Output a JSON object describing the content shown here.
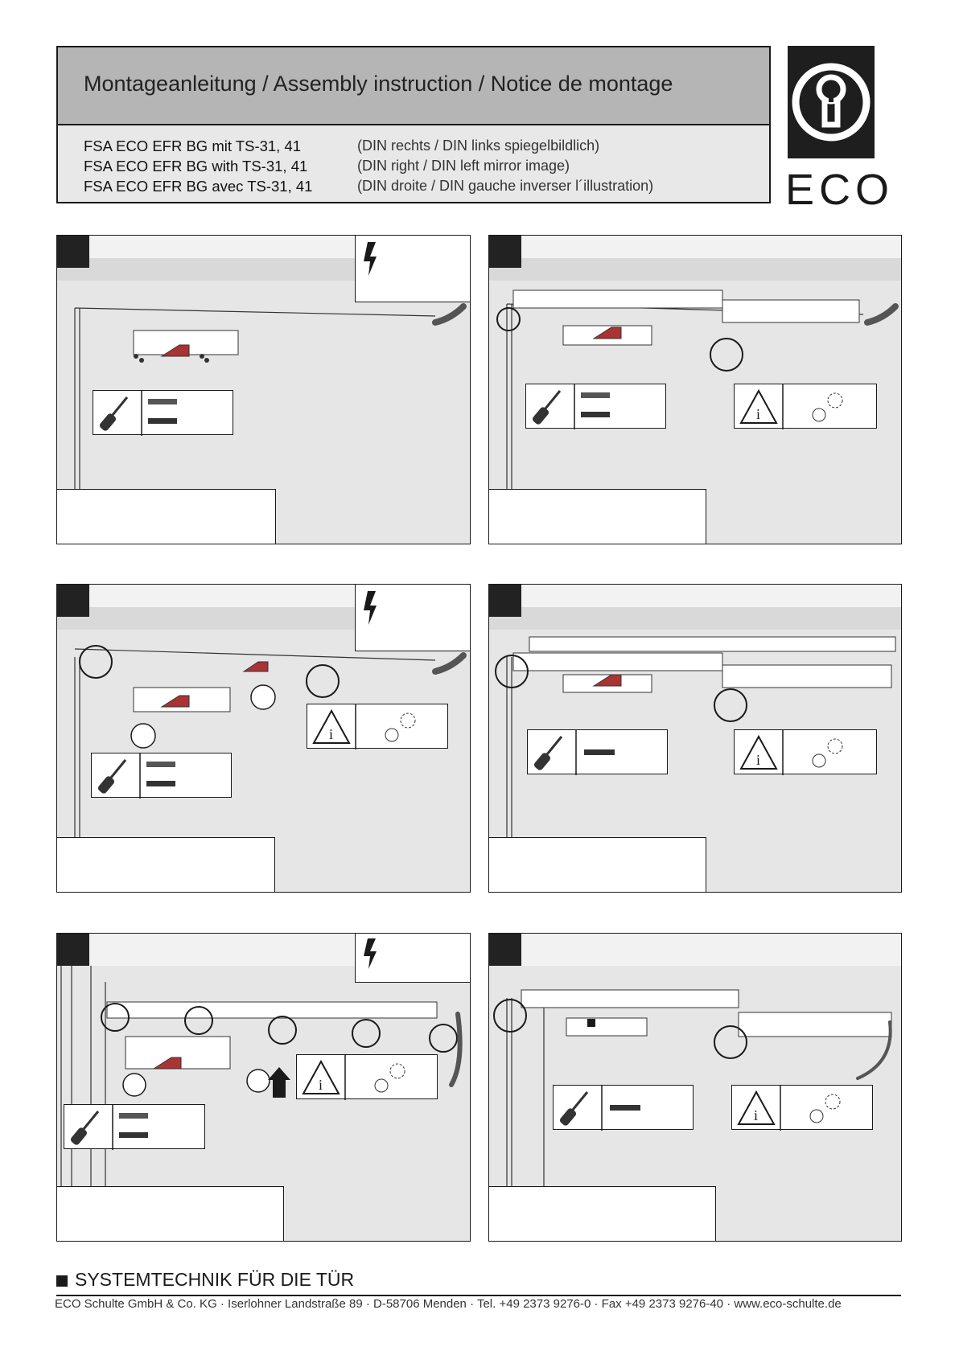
{
  "header": {
    "title": "Montageanleitung / Assembly instruction / Notice de montage",
    "products": [
      "FSA ECO EFR BG mit TS-31, 41",
      "FSA ECO EFR BG with TS-31, 41",
      "FSA ECO EFR BG avec TS-31, 41"
    ],
    "din_notes": [
      "(DIN rechts / DIN links spiegelbildlich)",
      "(DIN right / DIN left mirror image)",
      "(DIN droite / DIN gauche inverser l´illustration)"
    ]
  },
  "logo": {
    "text": "ECO",
    "icon": "keyhole-icon"
  },
  "icons": {
    "warning": "lightning-warning-icon",
    "tool": "screwdriver-icon",
    "info": "info-triangle-icon",
    "screw": "screw-icon"
  },
  "footer": {
    "title": "SYSTEMTECHNIK FÜR DIE TÜR",
    "address": "ECO Schulte GmbH & Co. KG · Iserlohner Landstraße 89 · D-58706 Menden · Tel. +49 2373 9276-0 · Fax +49 2373 9276-40 · www.eco-schulte.de"
  },
  "colors": {
    "panel_bg": "#e6e6e6",
    "dark": "#1a1a1a",
    "accent_red": "#8b1a1a",
    "header_band": "#b5b5b5"
  }
}
